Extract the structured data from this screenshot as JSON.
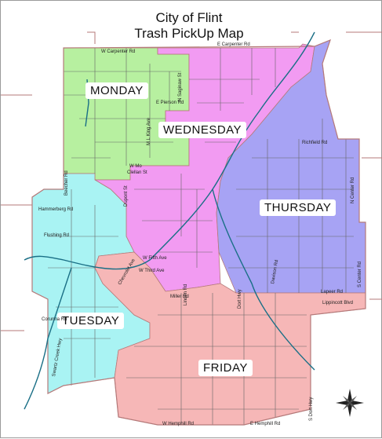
{
  "map": {
    "title_line1": "City of Flint",
    "title_line2": "Trash PickUp Map",
    "colors": {
      "monday": "#b7f0a0",
      "wednesday": "#f29bf2",
      "thursday": "#a7a3f4",
      "tuesday": "#a9f3f3",
      "friday": "#f6b7b7",
      "river": "#1a6f86",
      "border": "#b57a7a"
    },
    "zones": [
      {
        "key": "monday",
        "label": "MONDAY"
      },
      {
        "key": "wednesday",
        "label": "WEDNESDAY"
      },
      {
        "key": "thursday",
        "label": "THURSDAY"
      },
      {
        "key": "tuesday",
        "label": "TUESDAY"
      },
      {
        "key": "friday",
        "label": "FRIDAY"
      }
    ],
    "roads": [
      "W Carpenter Rd",
      "E Carpenter Rd",
      "N Saginaw St",
      "E Pierson Rd",
      "M L King Ave",
      "W Mo",
      "Clellan St",
      "Dupont St",
      "Richfield Rd",
      "N Center Rd",
      "Beecher Rd",
      "Flushing Rd",
      "Hammerberg Rd",
      "W Fifth Ave",
      "W Third Ave",
      "Chevrolet Ave",
      "Corunna Rd",
      "Swartz Creek Hwy",
      "Miller Rd",
      "Dort Hwy",
      "S Center Rd",
      "Lapeer Rd",
      "Lippincott Blvd",
      "W Hemphill Rd",
      "E Hemphill Rd",
      "S Dort Hwy",
      "Davison Rd",
      "Linden Rd"
    ],
    "compass": "compass-rose-icon"
  }
}
